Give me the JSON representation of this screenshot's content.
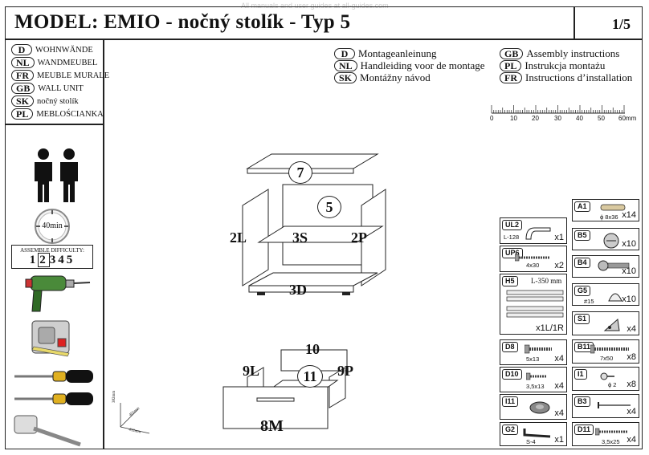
{
  "watermark": "All manuals and user guides at all-guides.com",
  "header": {
    "title": "MODEL: EMIO - nočný stolík - Typ 5",
    "page": "1/5"
  },
  "names": [
    {
      "code": "D",
      "label": "WOHNWÄNDE"
    },
    {
      "code": "NL",
      "label": "WANDMEUBEL"
    },
    {
      "code": "FR",
      "label": "MEUBLE MURALE"
    },
    {
      "code": "GB",
      "label": "WALL UNIT"
    },
    {
      "code": "SK",
      "label": "nočný stolík"
    },
    {
      "code": "PL",
      "label": "MEBLOŚCIANKA"
    }
  ],
  "manuals": [
    {
      "code": "D",
      "label": "Montageanleinung"
    },
    {
      "code": "NL",
      "label": "Handleiding voor de montage"
    },
    {
      "code": "SK",
      "label": "Montážny návod"
    },
    {
      "code": "GB",
      "label": "Assembly instructions"
    },
    {
      "code": "PL",
      "label": "Instrukcja montażu"
    },
    {
      "code": "FR",
      "label": "Instructions d’installation"
    }
  ],
  "ruler": {
    "labels": [
      "0",
      "10",
      "20",
      "30",
      "40",
      "50",
      "60mm"
    ]
  },
  "time": "40min",
  "difficulty": {
    "title": "ASSEMBLE DIFFICULTY:",
    "levels": [
      "1",
      "2",
      "3",
      "4",
      "5"
    ],
    "selected": "2"
  },
  "panels": {
    "top": "7",
    "back": "5",
    "left": "2L",
    "shelf": "3S",
    "right": "2P",
    "bottom": "3D",
    "drawer_back": "10",
    "drawer_left": "9L",
    "drawer_bottom": "11",
    "drawer_right": "9P",
    "drawer_front": "8M"
  },
  "box_dims": {
    "h": "382mm",
    "d": "401mm",
    "w": "452mm"
  },
  "hardware": [
    {
      "code": "UL2",
      "dim": "L-128",
      "qty": "x1"
    },
    {
      "code": "UP6",
      "dim": "4x30",
      "qty": "x2"
    },
    {
      "code": "H5",
      "dim": "L-350 mm",
      "qty": "x1L/1R"
    },
    {
      "code": "D8",
      "dim": "5x13",
      "qty": "x4"
    },
    {
      "code": "D10",
      "dim": "3,5x13",
      "qty": "x4"
    },
    {
      "code": "I11",
      "dim": "",
      "qty": "x4"
    },
    {
      "code": "G2",
      "dim": "S-4",
      "qty": "x1"
    },
    {
      "code": "A1",
      "dim": "ϕ 8x36",
      "qty": "x14"
    },
    {
      "code": "B5",
      "dim": "",
      "qty": "x10"
    },
    {
      "code": "B4",
      "dim": "",
      "qty": "x10"
    },
    {
      "code": "G5",
      "dim": "#15",
      "qty": "x10"
    },
    {
      "code": "S1",
      "dim": "",
      "qty": "x4"
    },
    {
      "code": "B11",
      "dim": "7x50",
      "qty": "x8"
    },
    {
      "code": "I1",
      "dim": "ϕ 2",
      "qty": "x8"
    },
    {
      "code": "B3",
      "dim": "",
      "qty": "x4"
    },
    {
      "code": "D11",
      "dim": "3,5x25",
      "qty": "x4"
    }
  ]
}
